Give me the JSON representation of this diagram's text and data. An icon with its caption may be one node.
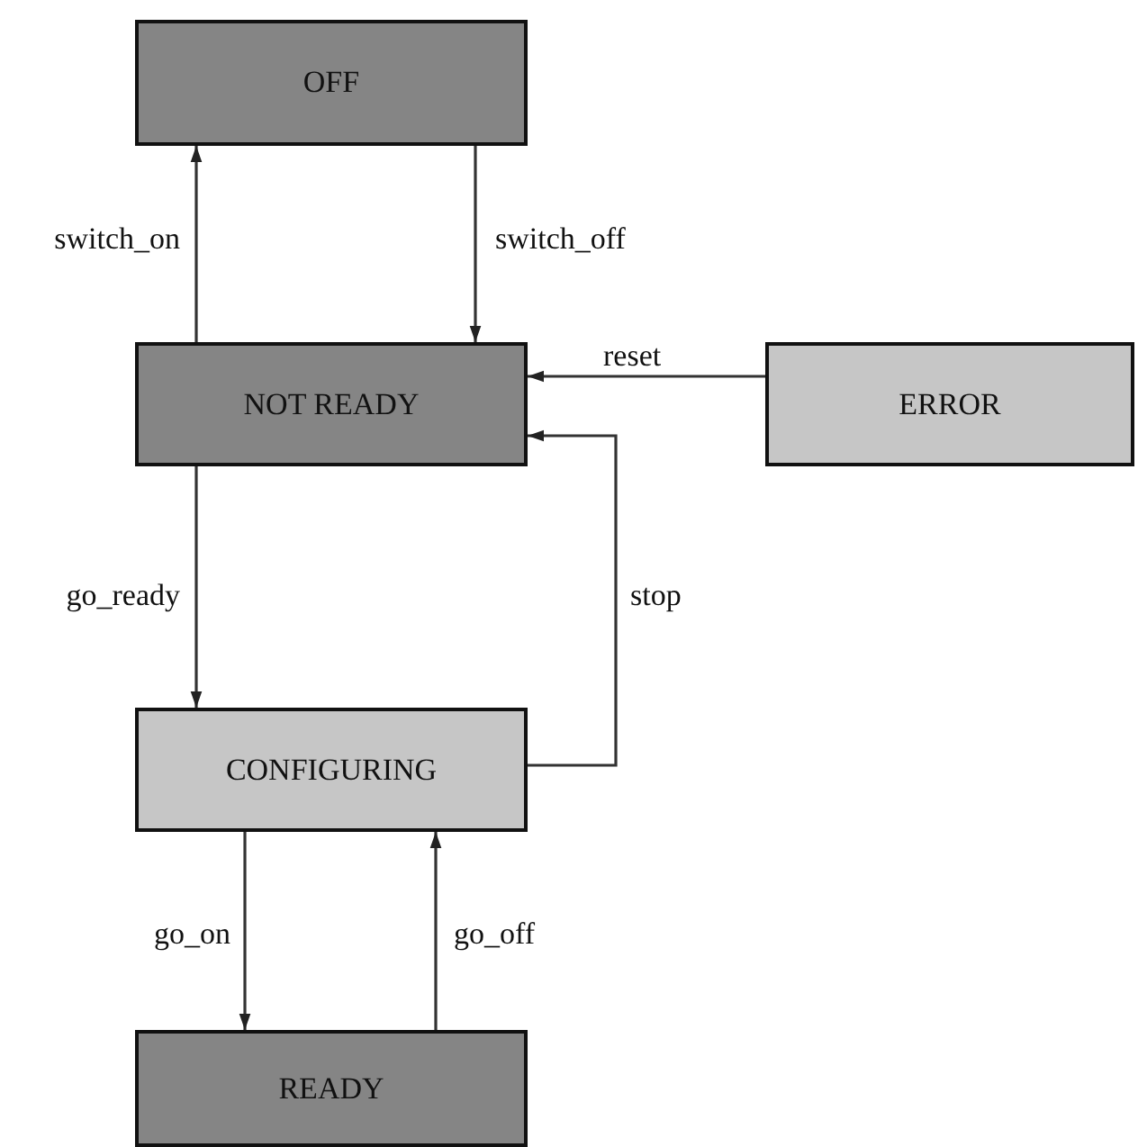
{
  "diagram": {
    "nodes": [
      {
        "text": [
          "OFF"
        ]
      },
      {
        "text": [
          "NOT READY"
        ]
      },
      {
        "text": [
          "ERROR"
        ]
      },
      {
        "text": [
          "CONFIGURING"
        ]
      },
      {
        "text": [
          "READY"
        ]
      }
    ],
    "edges": [
      {
        "from": 1,
        "to": 0,
        "arrow": "to",
        "label": "switch_on"
      },
      {
        "from": 0,
        "to": 1,
        "arrow": "to",
        "label": "switch_off"
      },
      {
        "from": 2,
        "to": 1,
        "arrow": "to",
        "label": "reset"
      },
      {
        "from": 3,
        "to": 1,
        "arrow": "to",
        "label": "stop"
      },
      {
        "from": 1,
        "to": 3,
        "arrow": "to",
        "label": "go_ready"
      },
      {
        "from": 3,
        "to": 4,
        "arrow": "to",
        "label": "go_on"
      },
      {
        "from": 4,
        "to": 3,
        "arrow": "to",
        "label": "go_off"
      }
    ]
  }
}
